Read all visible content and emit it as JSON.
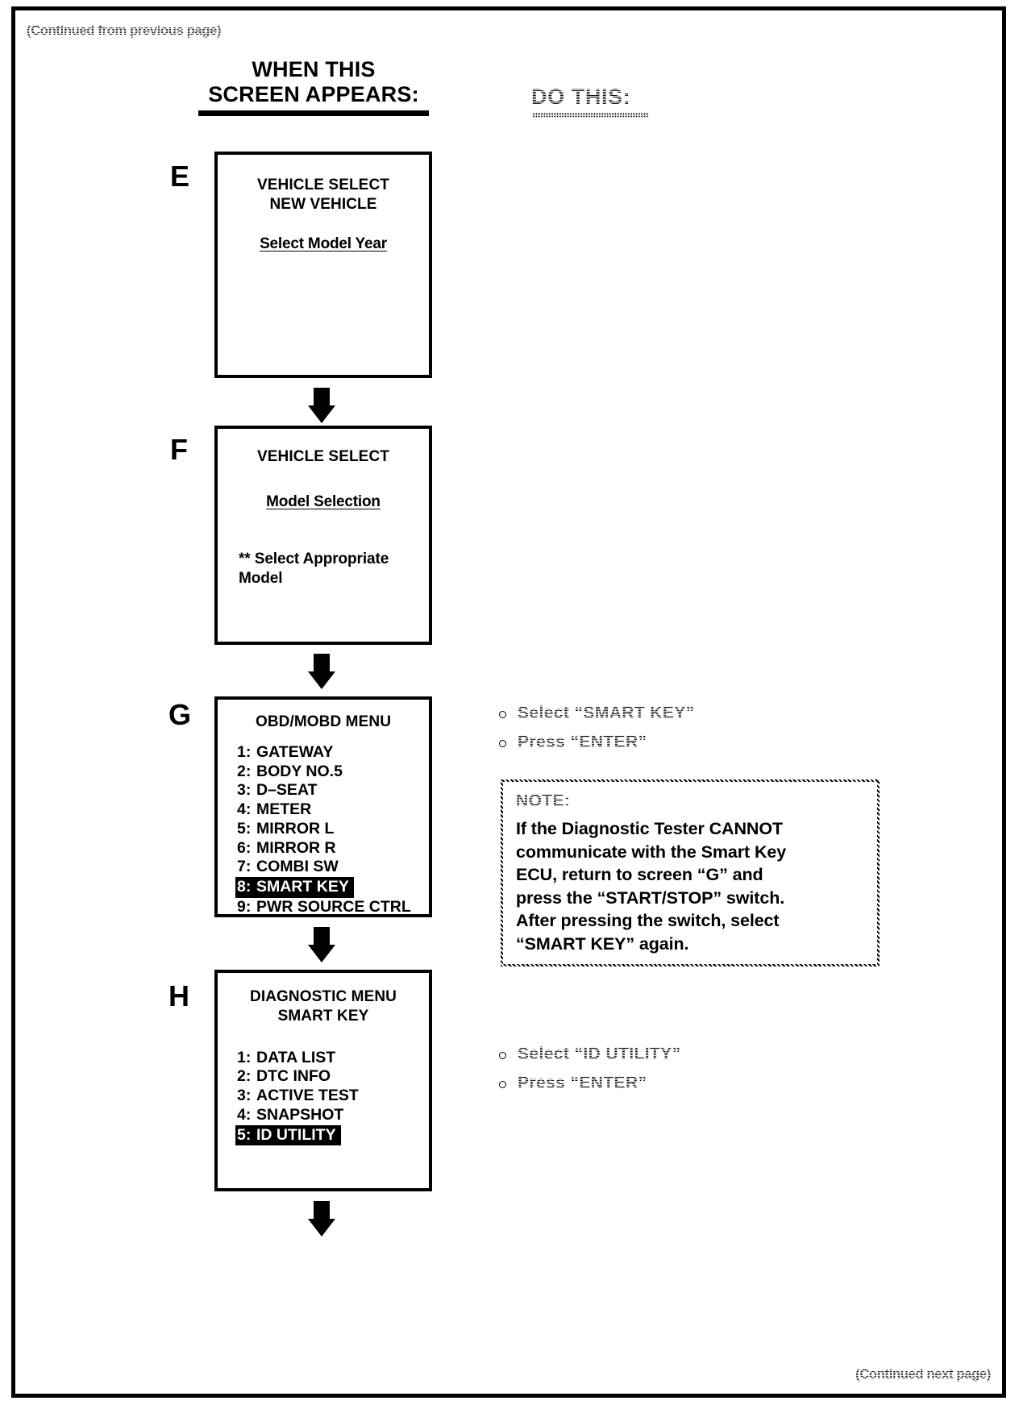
{
  "page": {
    "continued_from": "(Continued from previous page)",
    "continued_next": "(Continued next page)"
  },
  "headers": {
    "left_line1": "WHEN THIS",
    "left_line2": "SCREEN APPEARS:",
    "right": "DO THIS:"
  },
  "steps": [
    {
      "letter": "E",
      "title_line1": "VEHICLE SELECT",
      "title_line2": "NEW VEHICLE",
      "subtitle": "Select Model Year"
    },
    {
      "letter": "F",
      "title_line1": "VEHICLE SELECT",
      "subtitle": "Model Selection",
      "note_line1": "** Select Appropriate",
      "note_line2": "Model"
    },
    {
      "letter": "G",
      "title_line1": "OBD/MOBD MENU",
      "items": [
        {
          "num": "1:",
          "label": "GATEWAY",
          "selected": false
        },
        {
          "num": "2:",
          "label": "BODY NO.5",
          "selected": false
        },
        {
          "num": "3:",
          "label": "D–SEAT",
          "selected": false
        },
        {
          "num": "4:",
          "label": "METER",
          "selected": false
        },
        {
          "num": "5:",
          "label": "MIRROR L",
          "selected": false
        },
        {
          "num": "6:",
          "label": "MIRROR R",
          "selected": false
        },
        {
          "num": "7:",
          "label": "COMBI SW",
          "selected": false
        },
        {
          "num": "8:",
          "label": "SMART KEY",
          "selected": true
        },
        {
          "num": "9:",
          "label": "PWR SOURCE CTRL",
          "selected": false
        }
      ],
      "actions": [
        "Select  “SMART KEY”",
        "Press “ENTER”"
      ]
    },
    {
      "letter": "H",
      "title_line1": "DIAGNOSTIC MENU",
      "title_line2": "SMART KEY",
      "items": [
        {
          "num": "1:",
          "label": "DATA LIST",
          "selected": false
        },
        {
          "num": "2:",
          "label": "DTC INFO",
          "selected": false
        },
        {
          "num": "3:",
          "label": "ACTIVE TEST",
          "selected": false
        },
        {
          "num": "4:",
          "label": "SNAPSHOT",
          "selected": false
        },
        {
          "num": "5:",
          "label": "ID UTILITY",
          "selected": true
        }
      ],
      "actions": [
        "Select “ID UTILITY”",
        "Press “ENTER”"
      ]
    }
  ],
  "note": {
    "title": "NOTE:",
    "line1": "If the Diagnostic Tester CANNOT",
    "line2": "communicate with the Smart Key",
    "line3": "ECU, return to screen “G” and",
    "line4": "press the “START/STOP” switch.",
    "line5": "After pressing the switch, select",
    "line6": "“SMART KEY” again."
  },
  "colors": {
    "ink": "#000000",
    "paper": "#ffffff"
  }
}
